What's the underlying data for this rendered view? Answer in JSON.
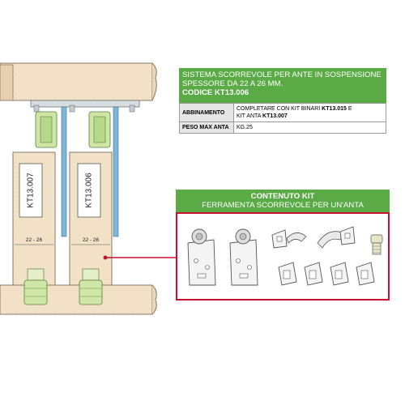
{
  "spec": {
    "title_line1": "SISTEMA SCORREVOLE PER ANTE IN SOSPENSIONE",
    "title_line2": "SPESSORE DA 22 A 26 mm.",
    "code_label": "CODICE",
    "code_value": "KT13.006",
    "rows": [
      {
        "key": "ABBINAMENTO",
        "value_line1_text": "COMPLETARE CON KIT BINARI ",
        "value_line1_code": "KT13.015",
        "value_line1_suffix": " E",
        "value_line2_text": "KIT ANTA ",
        "value_line2_code": "KT13.007"
      },
      {
        "key": "PESO MAX ANTA",
        "value": "KG.25"
      }
    ]
  },
  "kit": {
    "title": "CONTENUTO KIT",
    "subtitle": "FERRAMENTA SCORREVOLE PER UN'ANTA"
  },
  "diagram": {
    "panel_left_label": "KT13.007",
    "panel_right_label": "KT13.006",
    "panel_left_thickness": "22 - 26",
    "panel_right_thickness": "22 - 26"
  },
  "colors": {
    "header_green": "#5aaa45",
    "callout_red": "#c8102e",
    "wood": "#f2e2c8",
    "hardware_blue": "#7fb6d6",
    "guide_green": "#cfe6a6"
  }
}
